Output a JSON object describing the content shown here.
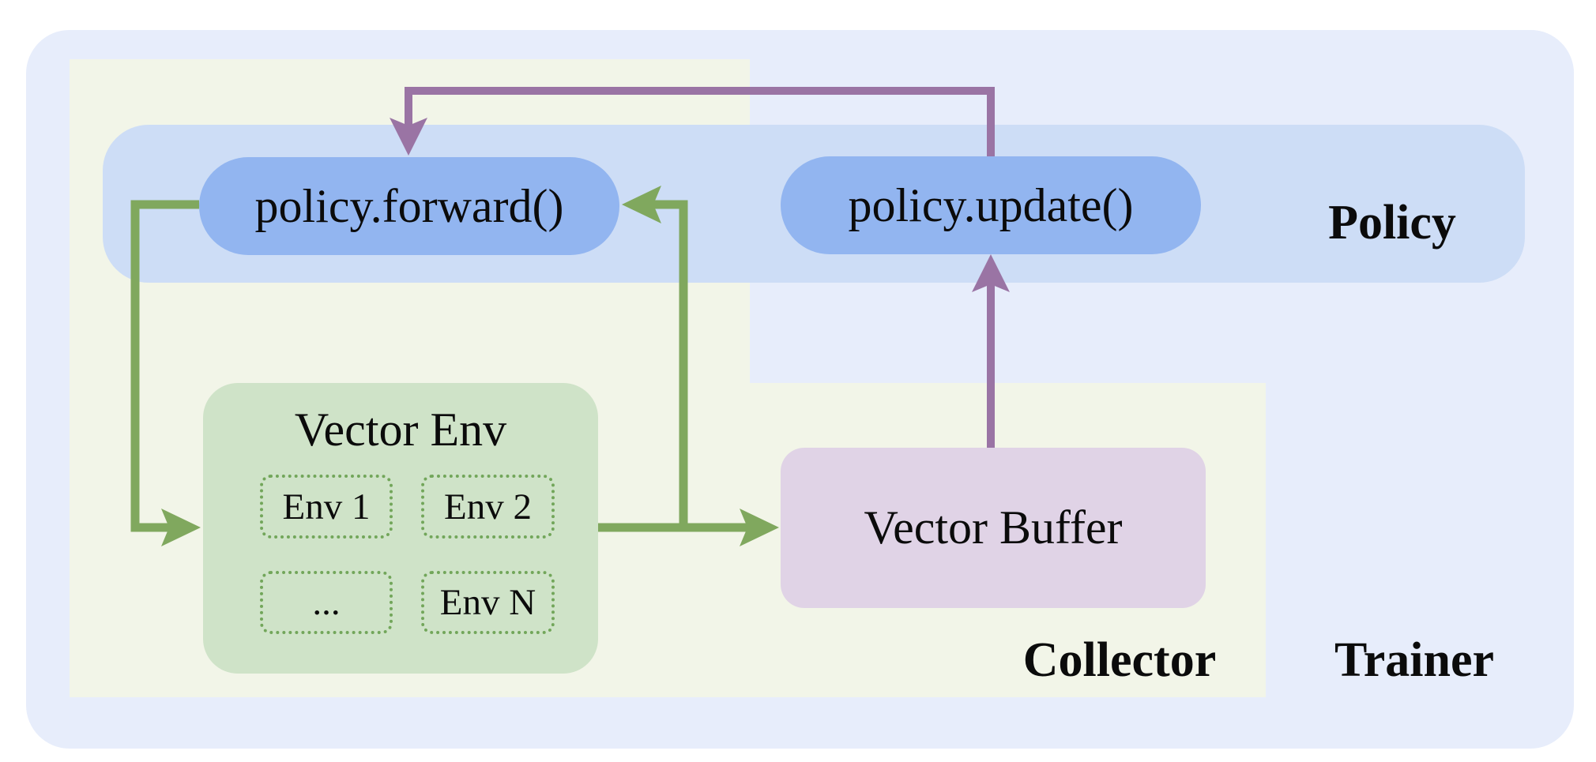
{
  "colors": {
    "page_bg": "#ffffff",
    "trainer_bg": "#e7edfb",
    "collector_bg": "#f2f5e8",
    "policy_band_bg": "#cdddf6",
    "pill_bg": "#92b5f0",
    "env_box_bg": "#cfe3c8",
    "env_dash_border": "#72a65a",
    "buffer_bg": "#e0d3e6",
    "arrow_green": "#80a85e",
    "arrow_purple": "#9a74a4",
    "text": "#0b0b0b"
  },
  "regions": {
    "trainer_label": "Trainer",
    "collector_label": "Collector",
    "policy_label": "Policy"
  },
  "nodes": {
    "policy_forward_label": "policy.forward()",
    "policy_update_label": "policy.update()",
    "vector_env_title": "Vector Env",
    "vector_buffer_label": "Vector Buffer",
    "env_items": [
      "Env 1",
      "Env 2",
      "...",
      "Env N"
    ]
  },
  "arrows": [
    {
      "name": "arrow-forward-to-env",
      "from": "policy.forward()",
      "to": "Vector Env",
      "color": "green"
    },
    {
      "name": "arrow-env-to-buffer",
      "from": "Vector Env",
      "to": "Vector Buffer",
      "color": "green"
    },
    {
      "name": "arrow-env-to-forward",
      "from": "Vector Env",
      "to": "policy.forward()",
      "color": "green"
    },
    {
      "name": "arrow-buffer-to-update",
      "from": "Vector Buffer",
      "to": "policy.update()",
      "color": "purple"
    },
    {
      "name": "arrow-update-to-forward",
      "from": "policy.update()",
      "to": "policy.forward()",
      "color": "purple"
    }
  ]
}
